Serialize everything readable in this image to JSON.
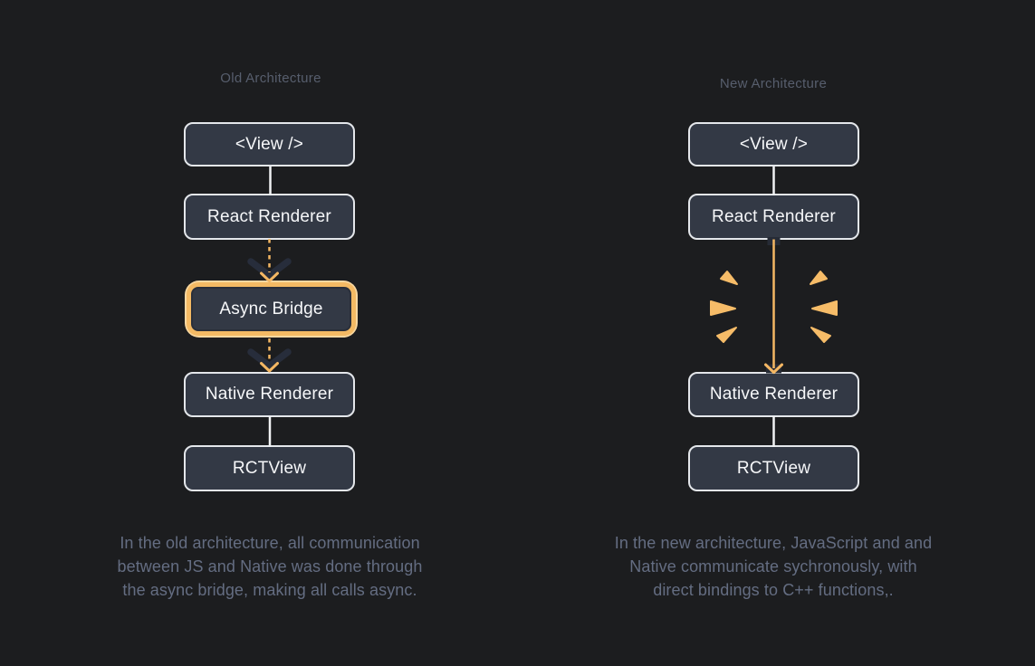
{
  "old": {
    "title": "Old Architecture",
    "nodes": {
      "view": "<View />",
      "react_renderer": "React Renderer",
      "async_bridge": "Async Bridge",
      "native_renderer": "Native Renderer",
      "rctview": "RCTView"
    },
    "caption": {
      "line1": "In the old architecture, all communication",
      "line2": "between JS and Native was done through",
      "line3": "the async bridge, making all calls async."
    }
  },
  "new": {
    "title": "New Architecture",
    "nodes": {
      "view": "<View />",
      "react_renderer": "React Renderer",
      "native_renderer": "Native Renderer",
      "rctview": "RCTView"
    },
    "caption": {
      "line1": "In the new architecture, JavaScript and and",
      "line2": "Native communicate sychronously, with",
      "line3": "direct bindings to C++ functions,."
    }
  },
  "colors": {
    "background": "#1c1d1f",
    "node_fill": "#333945",
    "node_border": "#e4e7eb",
    "node_text": "#f6f7f9",
    "title_text": "#575e6d",
    "caption_text": "#646d82",
    "accent_orange": "#f4b763",
    "glow_outer": "#f9d8a1",
    "glow_main": "#f4ba64",
    "dark_chevron": "#272d3b",
    "connector_white": "#f0f2f4"
  },
  "icons": {
    "dashed_arrow": "dashed-async-arrow",
    "solid_arrow": "solid-sync-arrow",
    "burst": "burst-rays"
  }
}
